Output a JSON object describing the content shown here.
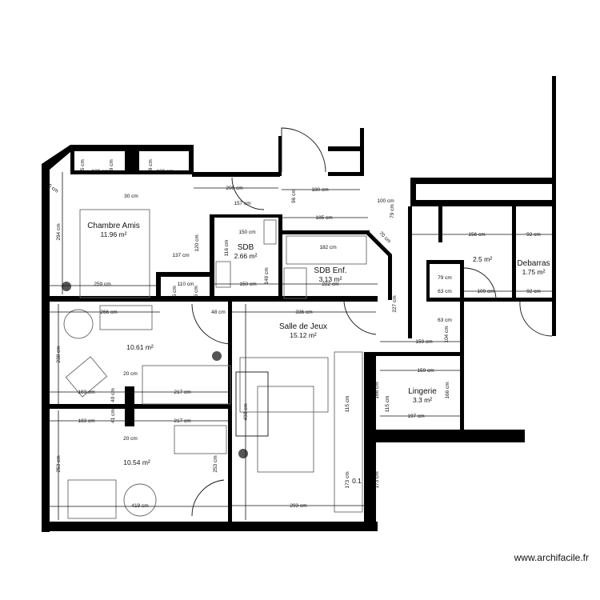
{
  "rooms": [
    {
      "name": "Chambre Amis",
      "area": "11.96 m²"
    },
    {
      "name": "SDB",
      "area": "2.66 m²"
    },
    {
      "name": "SDB Enf.",
      "area": "3.13 m²"
    },
    {
      "name": "Salle de Jeux",
      "area": "15.12 m²"
    },
    {
      "name": "Lingerie",
      "area": "3.3 m²"
    },
    {
      "name": "Debarras",
      "area": "1.75 m²"
    },
    {
      "name": "",
      "area": "2.5 m²"
    },
    {
      "name": "",
      "area": "10.61 m²"
    },
    {
      "name": "",
      "area": "10.54 m²"
    },
    {
      "name": "",
      "area": "0.1"
    }
  ],
  "dimensions": [
    "120 cm",
    "120 cm",
    "65 cm",
    "59 cm",
    "59 cm",
    "30 cm",
    "75 cm",
    "294 cm",
    "200 cm",
    "157 cm",
    "180 cm",
    "185 cm",
    "100 cm",
    "79 cm",
    "150 cm",
    "116 cm",
    "182 cm",
    "137 cm",
    "120 cm",
    "259 cm",
    "110 cm",
    "65 cm",
    "65 cm",
    "150 cm",
    "222 cm",
    "336 cm",
    "266 cm",
    "238 cm",
    "48 cm",
    "183 cm",
    "217 cm",
    "40 cm",
    "20 cm",
    "183 cm",
    "217 cm",
    "41 cm",
    "20 cm",
    "253 cm",
    "253 cm",
    "419 cm",
    "498 cm",
    "293 cm",
    "227 cm",
    "159 cm",
    "159 cm",
    "197 cm",
    "166 cm",
    "166 cm",
    "115 cm",
    "115 cm",
    "173 cm",
    "173 cm",
    "156 cm",
    "92 cm",
    "92 cm",
    "109 cm",
    "79 cm",
    "63 cm",
    "63 cm",
    "104 cm",
    "70 cm",
    "149 cm",
    "96 cm"
  ],
  "watermark": "www.archifacile.fr",
  "colors": {
    "wall": "#000000",
    "furniture": "#666666"
  }
}
